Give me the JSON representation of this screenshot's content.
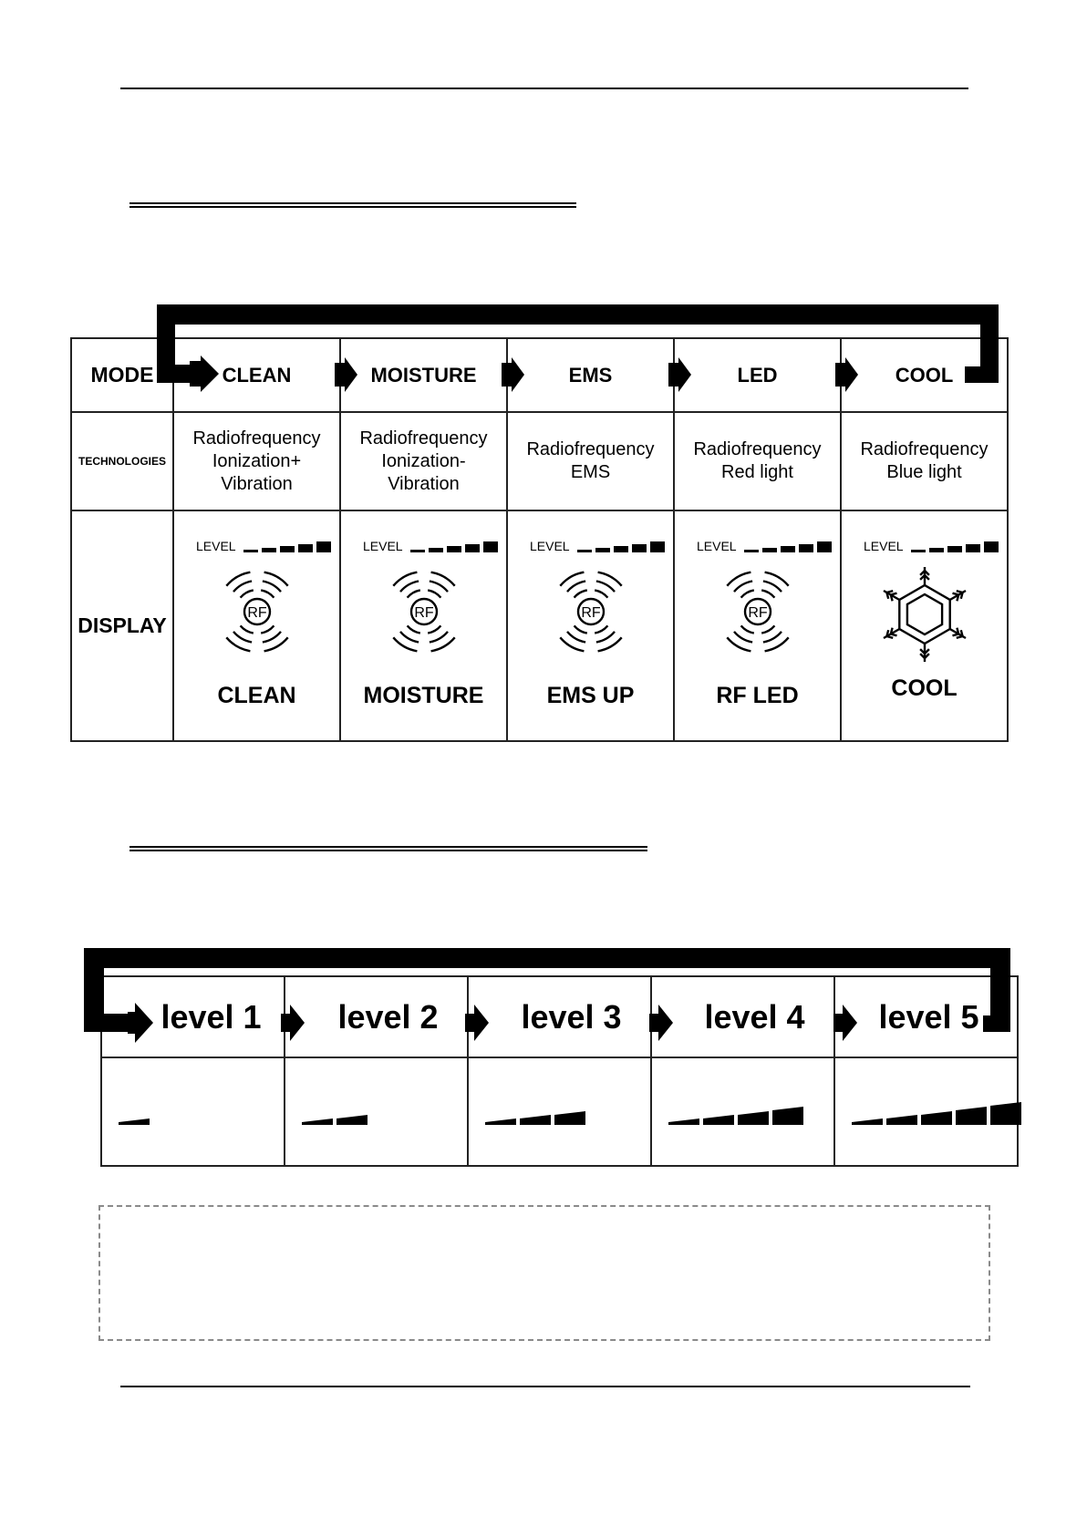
{
  "mode_table": {
    "row_labels": {
      "mode": "MODE",
      "technologies": "TECHNOLOGIES",
      "display": "DISPLAY"
    },
    "modes": [
      {
        "name": "CLEAN",
        "tech_lines": [
          "Radiofrequency",
          "Ionization+",
          "Vibration"
        ],
        "display_label": "CLEAN",
        "icon": "rf-icon",
        "level_text": "LEVEL"
      },
      {
        "name": "MOISTURE",
        "tech_lines": [
          "Radiofrequency",
          "Ionization-",
          "Vibration"
        ],
        "display_label": "MOISTURE",
        "icon": "rf-icon",
        "level_text": "LEVEL"
      },
      {
        "name": "EMS",
        "tech_lines": [
          "Radiofrequency",
          "EMS"
        ],
        "display_label": "EMS UP",
        "icon": "rf-icon",
        "level_text": "LEVEL"
      },
      {
        "name": "LED",
        "tech_lines": [
          "Radiofrequency",
          "Red light"
        ],
        "display_label": "RF LED",
        "icon": "rf-icon",
        "level_text": "LEVEL"
      },
      {
        "name": "COOL",
        "tech_lines": [
          "Radiofrequency",
          "Blue light"
        ],
        "display_label": "COOL",
        "icon": "snowflake-icon",
        "level_text": "LEVEL"
      }
    ],
    "rf_text": "RF"
  },
  "level_table": {
    "levels": [
      {
        "name": "level 1",
        "bars": 1
      },
      {
        "name": "level 2",
        "bars": 2
      },
      {
        "name": "level 3",
        "bars": 3
      },
      {
        "name": "level 4",
        "bars": 4
      },
      {
        "name": "level 5",
        "bars": 5
      }
    ]
  },
  "colors": {
    "ink": "#000000",
    "dashed_border": "#8a8a8a"
  }
}
